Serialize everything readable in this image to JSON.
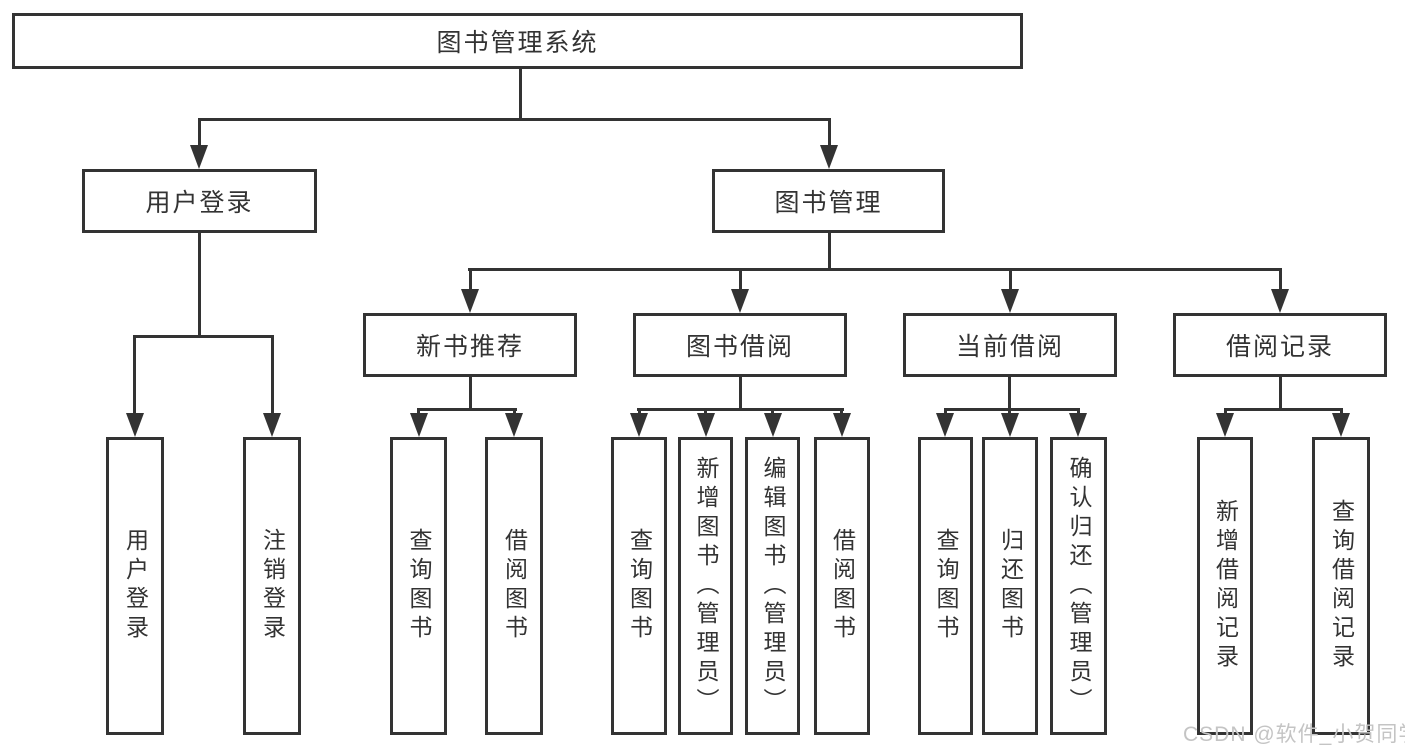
{
  "diagram": {
    "title": "图书管理系统",
    "root": {
      "label": "图书管理系统"
    },
    "branches": [
      {
        "label": "用户登录",
        "children": [
          {
            "label": "用户登录"
          },
          {
            "label": "注销登录"
          }
        ]
      },
      {
        "label": "图书管理",
        "children": [
          {
            "label": "新书推荐",
            "children": [
              {
                "label": "查询图书"
              },
              {
                "label": "借阅图书"
              }
            ]
          },
          {
            "label": "图书借阅",
            "children": [
              {
                "label": "查询图书"
              },
              {
                "label": "新增图书（管理员）"
              },
              {
                "label": "编辑图书（管理员）"
              },
              {
                "label": "借阅图书"
              }
            ]
          },
          {
            "label": "当前借阅",
            "children": [
              {
                "label": "查询图书"
              },
              {
                "label": "归还图书"
              },
              {
                "label": "确认归还（管理员）"
              }
            ]
          },
          {
            "label": "借阅记录",
            "children": [
              {
                "label": "新增借阅记录"
              },
              {
                "label": "查询借阅记录"
              }
            ]
          }
        ]
      }
    ]
  },
  "watermark": {
    "text": "CSDN @软件_小贺同学",
    "color": "#c4c4c4"
  },
  "colors": {
    "line": "#333333",
    "box_background": "#ffffff",
    "text": "#333333"
  }
}
